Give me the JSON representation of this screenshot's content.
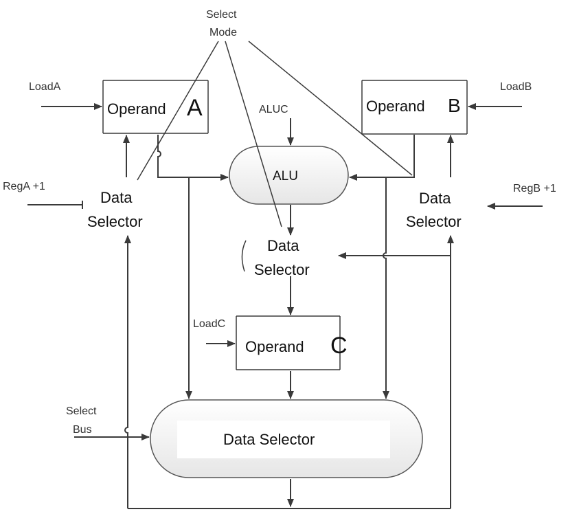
{
  "labels": {
    "select_mode_1": "Select",
    "select_mode_2": "Mode",
    "loada": "LoadA",
    "loadb": "LoadB",
    "loadc": "LoadC",
    "aluc": "ALUC",
    "rega": "RegA +1",
    "regb": "RegB +1",
    "select_bus_1": "Select",
    "select_bus_2": "Bus"
  },
  "blocks": {
    "operand_a_word": "Operand",
    "operand_a_letter": "A",
    "operand_b_word": "Operand",
    "operand_b_letter": "B",
    "operand_c_word": "Operand",
    "operand_c_letter": "C",
    "alu": "ALU",
    "ds_left_1": "Data",
    "ds_left_2": "Selector",
    "ds_right_1": "Data",
    "ds_right_2": "Selector",
    "ds_mid_1": "Data",
    "ds_mid_2": "Selector",
    "ds_bottom": "Data Selector"
  }
}
